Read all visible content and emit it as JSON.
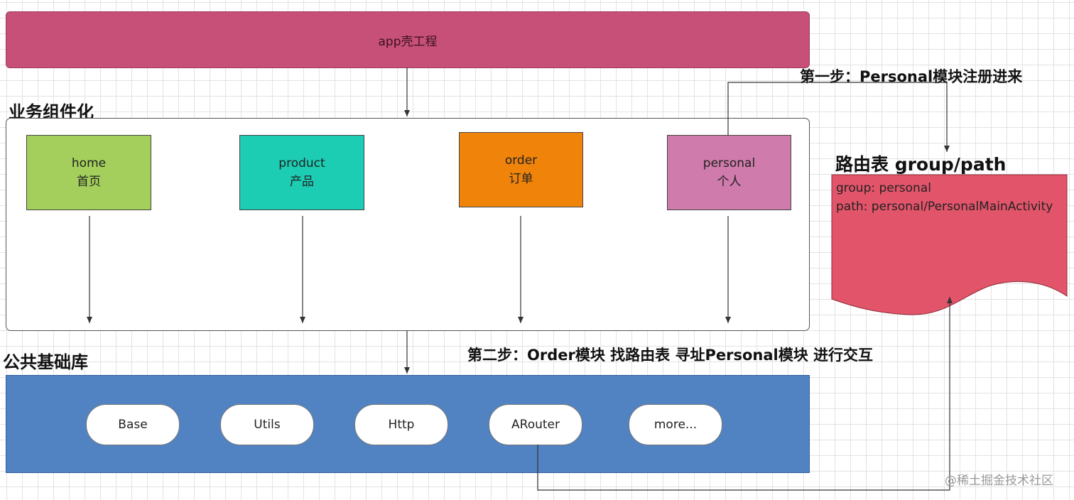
{
  "app_shell": {
    "label": "app壳工程"
  },
  "business_section": {
    "title": "业务组件化",
    "modules": [
      {
        "name": "home",
        "subtitle": "首页",
        "color": "#a4cf5c"
      },
      {
        "name": "product",
        "subtitle": "产品",
        "color": "#1ccdb3"
      },
      {
        "name": "order",
        "subtitle": "订单",
        "color": "#f0840b"
      },
      {
        "name": "personal",
        "subtitle": "个人",
        "color": "#cf7bab"
      }
    ]
  },
  "common_section": {
    "title": "公共基础库",
    "libraries": [
      "Base",
      "Utils",
      "Http",
      "ARouter",
      "more..."
    ]
  },
  "steps": {
    "step1": "第一步：Personal模块注册进来",
    "step2": "第二步：Order模块 找路由表 寻址Personal模块 进行交互"
  },
  "route_table": {
    "title": "路由表 group/path",
    "group_line": "group: personal",
    "path_line": "path: personal/PersonalMainActivity",
    "color": "#e2546a"
  },
  "watermark": "@稀土掘金技术社区",
  "colors": {
    "app_shell": "#c75078",
    "common_base": "#5183c3"
  }
}
